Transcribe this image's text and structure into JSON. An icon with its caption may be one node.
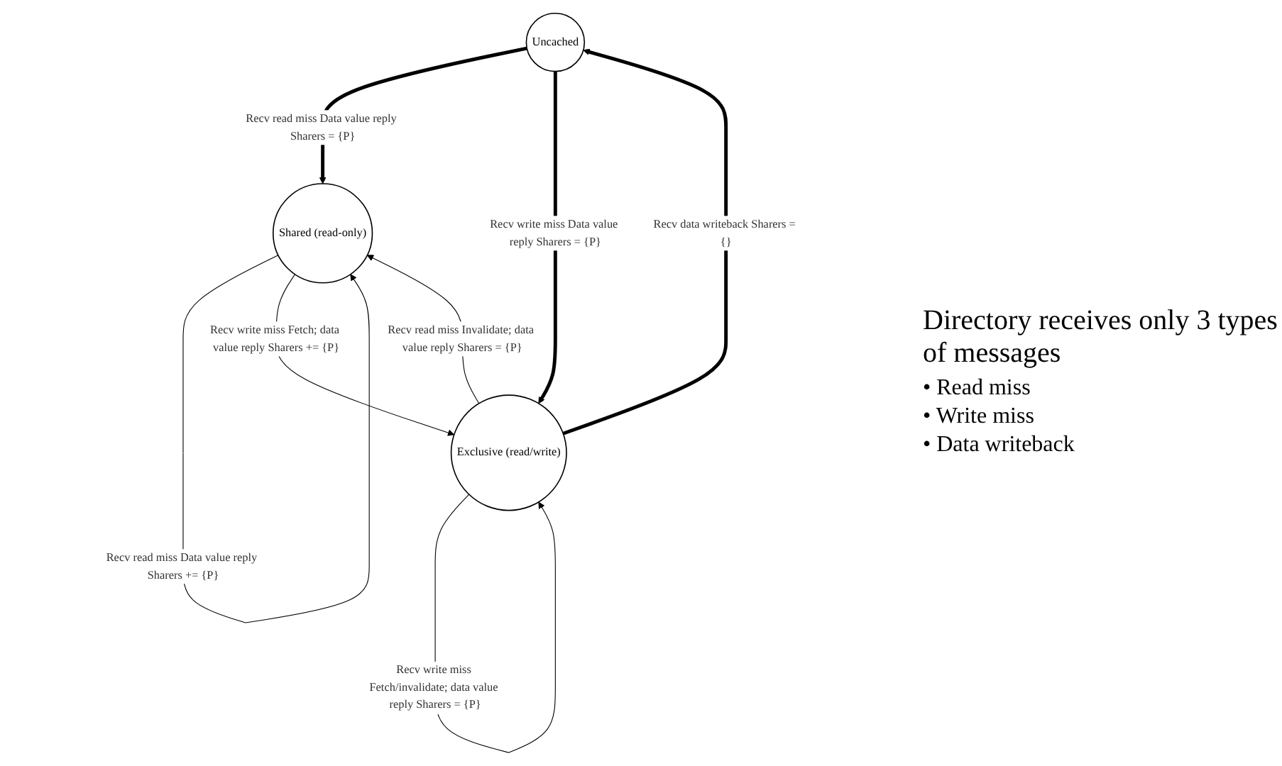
{
  "diagram": {
    "nodes": [
      {
        "text": [
          "Uncached"
        ]
      },
      {
        "text": [
          "Shared (read-only)"
        ]
      },
      {
        "text": [
          "Exclusive (read/write)"
        ]
      }
    ],
    "edges": [
      {
        "from": 0,
        "to": 1,
        "arrow": "to",
        "style": "thick",
        "label": "Recv read miss Data value reply Sharers = {P}"
      },
      {
        "from": 1,
        "to": 1,
        "arrow": "to",
        "label": "Recv read miss Data value reply Sharers += {P}"
      },
      {
        "from": 0,
        "to": 2,
        "arrow": "to",
        "style": "thick",
        "label": "Recv write miss Data value reply Sharers = {P}"
      },
      {
        "from": 2,
        "to": 0,
        "arrow": "to",
        "style": "thick",
        "label": "Recv data writeback Sharers = {}"
      },
      {
        "from": 2,
        "to": 1,
        "arrow": "to",
        "label": "Recv read miss Invalidate; data value reply Sharers = {P}"
      },
      {
        "from": 1,
        "to": 2,
        "arrow": "to",
        "label": "Recv write miss Fetch; data value reply Sharers += {P}"
      },
      {
        "from": 2,
        "to": 2,
        "arrow": "to",
        "label": "Recv write miss Fetch/invalidate; data value reply Sharers = {P}"
      }
    ],
    "labels": [
      "Directory receives only 3 types of messages",
      "• Read miss",
      "• Write miss",
      "• Data writeback"
    ]
  }
}
